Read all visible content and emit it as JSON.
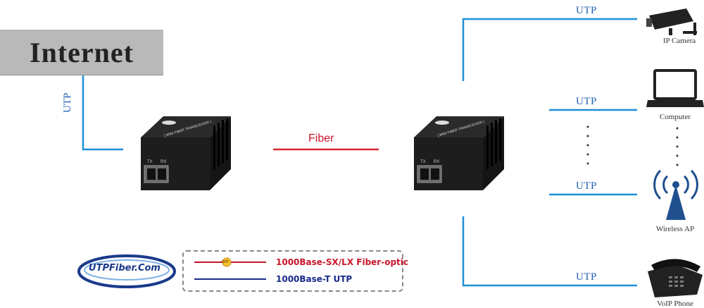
{
  "internet": {
    "label": "Internet"
  },
  "links": {
    "utp": "UTP",
    "fiber": "Fiber",
    "ellipsis": "⋮"
  },
  "devices": [
    {
      "label": "IP Camera",
      "icon": "cctv-camera-icon"
    },
    {
      "label": "Computer",
      "icon": "laptop-icon"
    },
    {
      "label": "Wireless AP",
      "icon": "wireless-ap-icon"
    },
    {
      "label": "VoIP Phone",
      "icon": "voip-phone-icon"
    }
  ],
  "converters": [
    {
      "label": "( MINI FIBER TRANSCEIVER )",
      "port_tx": "TX",
      "port_rx": "RX"
    },
    {
      "label": "( MINI FIBER TRANSCEIVER )",
      "port_tx": "TX",
      "port_rx": "RX"
    }
  ],
  "legend": {
    "fiber": {
      "label": "1000Base-SX/LX Fiber-optic",
      "color": "#c8162a",
      "badge": "SFP"
    },
    "utp": {
      "label": "1000Base-T UTP",
      "color": "#1a2a8a"
    }
  },
  "logo": {
    "text": "UTPFiber.Com"
  },
  "colors": {
    "utp_line": "#1f8fd8",
    "fiber_line": "#d8262f",
    "box": "#b9b9b9",
    "device": "#222222"
  }
}
